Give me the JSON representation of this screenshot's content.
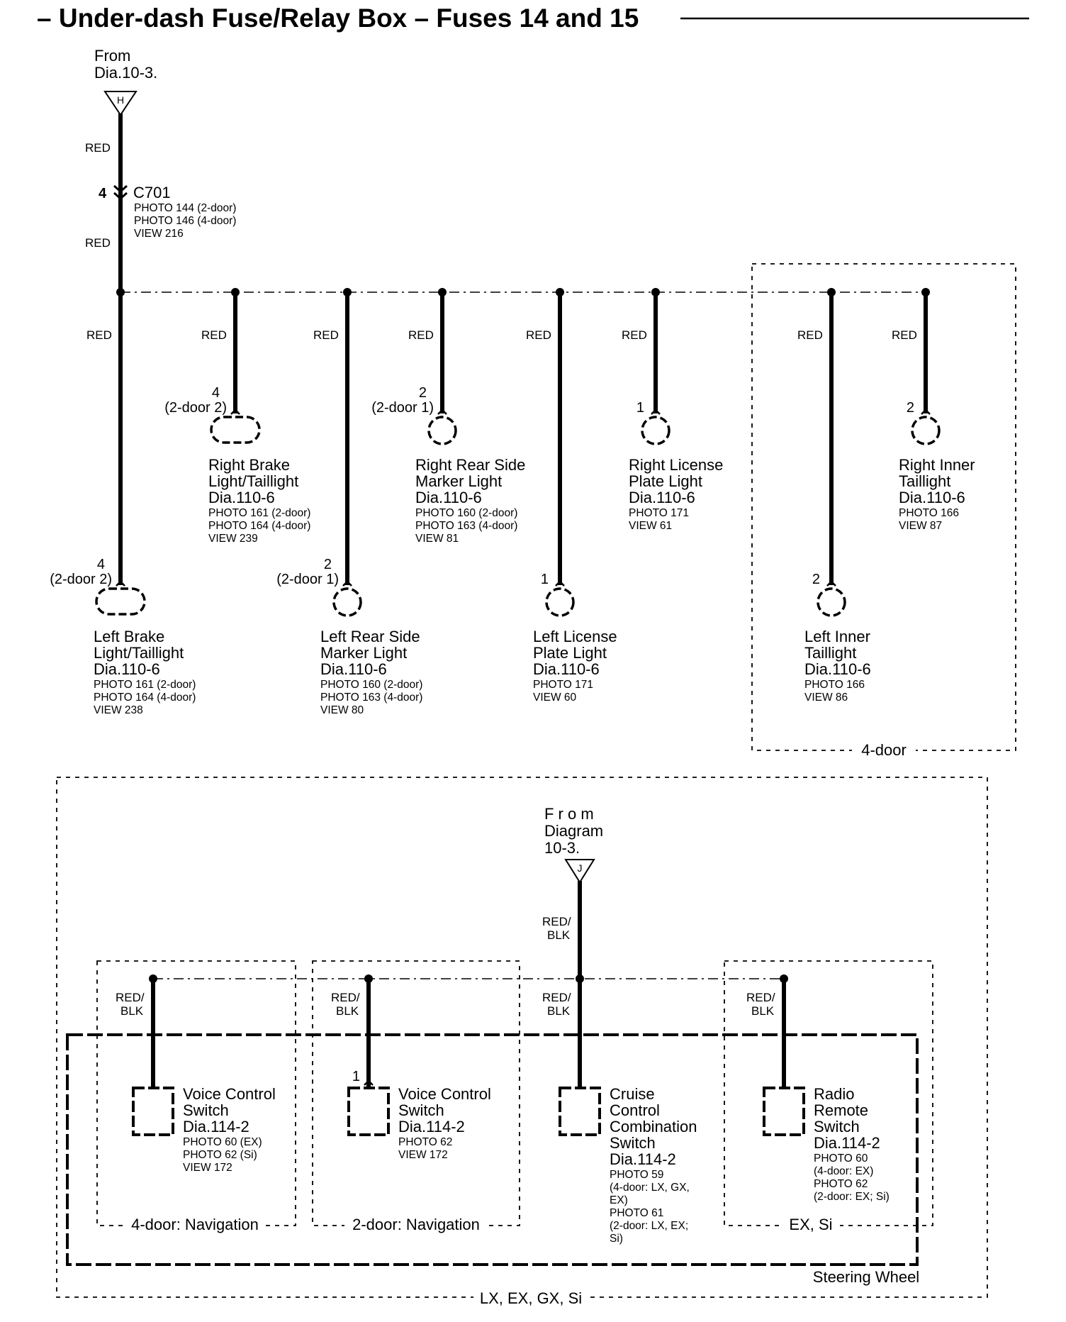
{
  "title": "– Under-dash Fuse/Relay Box – Fuses 14 and 15",
  "top_source": {
    "line1": "From",
    "line2": "Dia.10-3.",
    "terminal": "H"
  },
  "top_wire": {
    "color_upper": "RED",
    "color_lower": "RED",
    "connector": {
      "pin": "4",
      "name": "C701",
      "refs": [
        "PHOTO 144 (2-door)",
        "PHOTO 146 (4-door)",
        "VIEW 216"
      ]
    }
  },
  "branches": [
    {
      "color": "RED",
      "pin": "4",
      "variant": "(2-door 2)",
      "lines": [
        "Left Brake",
        "Light/Taillight",
        "Dia.110-6"
      ],
      "refs": [
        "PHOTO 161 (2-door)",
        "PHOTO 164 (4-door)",
        "VIEW 238"
      ]
    },
    {
      "color": "RED",
      "pin": "4",
      "variant": "(2-door 2)",
      "lines": [
        "Right  Brake",
        "Light/Taillight",
        "Dia.110-6"
      ],
      "refs": [
        "PHOTO 161 (2-door)",
        "PHOTO 164 (4-door)",
        "VIEW 239"
      ]
    },
    {
      "color": "RED",
      "pin": "2",
      "variant": "(2-door 1)",
      "lines": [
        "Left Rear Side",
        "Marker Light",
        "Dia.110-6"
      ],
      "refs": [
        "PHOTO 160 (2-door)",
        "PHOTO 163 (4-door)",
        "VIEW 80"
      ]
    },
    {
      "color": "RED",
      "pin": "2",
      "variant": "(2-door 1)",
      "lines": [
        "Right Rear Side",
        "Marker Light",
        "Dia.110-6"
      ],
      "refs": [
        "PHOTO 160 (2-door)",
        "PHOTO 163 (4-door)",
        "VIEW 81"
      ]
    },
    {
      "color": "RED",
      "pin": "1",
      "variant": "",
      "lines": [
        "Left License",
        "Plate Light",
        "Dia.110-6"
      ],
      "refs": [
        "PHOTO 171",
        "VIEW 60"
      ]
    },
    {
      "color": "RED",
      "pin": "1",
      "variant": "",
      "lines": [
        "Right License",
        "Plate Light",
        "Dia.110-6"
      ],
      "refs": [
        "PHOTO 171",
        "VIEW 61"
      ]
    },
    {
      "color": "RED",
      "pin": "2",
      "variant": "",
      "lines": [
        "Left Inner",
        "Taillight",
        "Dia.110-6"
      ],
      "refs": [
        "PHOTO 166",
        "VIEW 86"
      ]
    },
    {
      "color": "RED",
      "pin": "2",
      "variant": "",
      "lines": [
        "Right Inner",
        "Taillight",
        "Dia.110-6"
      ],
      "refs": [
        "PHOTO 166",
        "VIEW 87"
      ]
    }
  ],
  "four_door_label": "4-door",
  "bottom_source": {
    "line1": "F r o m",
    "line2": "Diagram",
    "line3": "10-3.",
    "terminal": "J"
  },
  "bottom_wire_color": [
    "RED/",
    "BLK"
  ],
  "switches": [
    {
      "color": [
        "RED/",
        "BLK"
      ],
      "pin": "",
      "lines": [
        "Voice Control",
        "Switch",
        "Dia.114-2"
      ],
      "refs": [
        "PHOTO 60 (EX)",
        "PHOTO 62 (Si)",
        "VIEW 172"
      ]
    },
    {
      "color": [
        "RED/",
        "BLK"
      ],
      "pin": "1",
      "lines": [
        "Voice Control",
        "Switch",
        "Dia.114-2"
      ],
      "refs": [
        "PHOTO 62",
        "VIEW 172"
      ]
    },
    {
      "color": [
        "RED/",
        "BLK"
      ],
      "pin": "",
      "lines": [
        "Cruise",
        "Control",
        "Combination",
        "Switch",
        "Dia.114-2"
      ],
      "refs": [
        "PHOTO 59",
        "(4-door: LX, GX,",
        "EX)",
        "PHOTO 61",
        "(2-door: LX, EX;",
        "Si)"
      ]
    },
    {
      "color": [
        "RED/",
        "BLK"
      ],
      "pin": "",
      "lines": [
        "Radio",
        "Remote",
        "Switch",
        "Dia.114-2"
      ],
      "refs": [
        "PHOTO 60",
        "(4-door: EX)",
        "PHOTO 62",
        "(2-door: EX; Si)"
      ]
    }
  ],
  "group_labels": {
    "nav4": "4-door: Navigation",
    "nav2": "2-door: Navigation",
    "exsi": "EX, Si",
    "steering": "Steering Wheel",
    "models": "LX, EX, GX, Si"
  }
}
